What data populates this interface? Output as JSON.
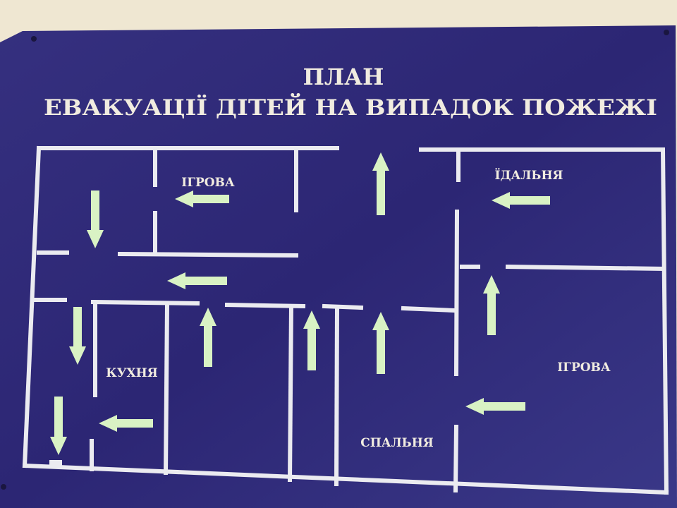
{
  "sign": {
    "title_line1": "ПЛАН",
    "title_line2": "ЕВАКУАЦІЇ ДІТЕЙ НА ВИПАДОК ПОЖЕЖІ",
    "background_color": "#2f2878",
    "wall_color": "#ebebf0",
    "arrow_color": "#d9f2c4"
  },
  "rooms": {
    "playroom_top": "ІГРОВА",
    "dining": "ЇДАЛЬНЯ",
    "kitchen": "КУХНЯ",
    "bedroom": "СПАЛЬНЯ",
    "playroom_right": "ІГРОВА"
  }
}
